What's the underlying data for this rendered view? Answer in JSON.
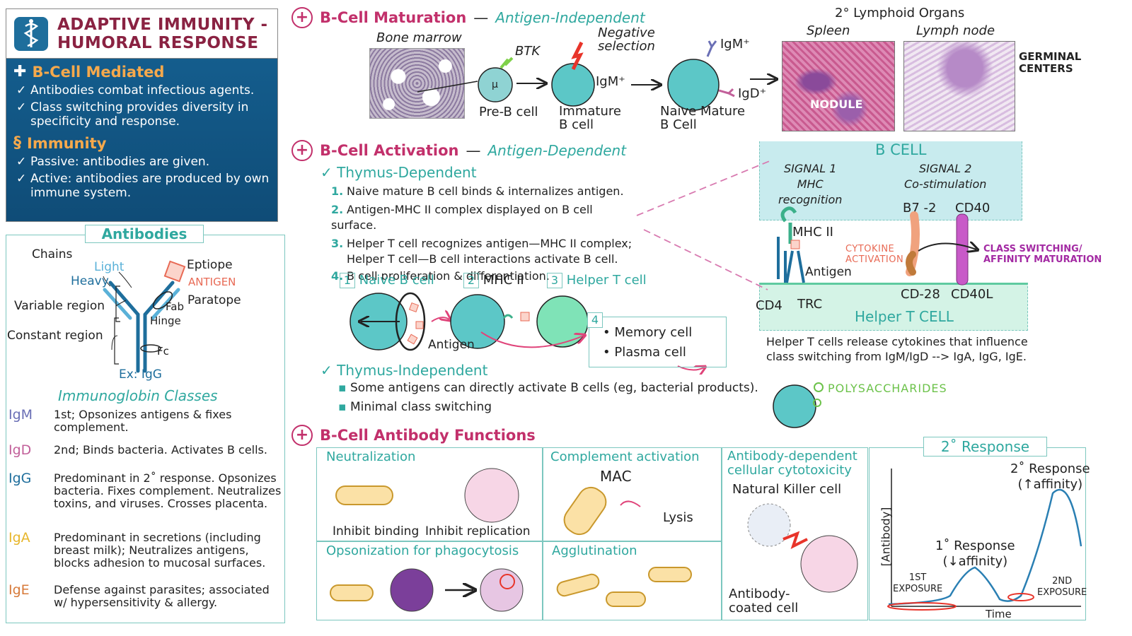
{
  "header": {
    "title_line1": "ADAPTIVE IMMUNITY -",
    "title_line2": "HUMORAL RESPONSE"
  },
  "summary": {
    "bcell_head": "B-Cell Mediated",
    "bcell_items": [
      "Antibodies combat infectious agents.",
      "Class switching provides diversity in specificity and response."
    ],
    "immunity_head": "Immunity",
    "immunity_items": [
      "Passive: antibodies are given.",
      "Active: antibodies are produced by own immune system."
    ]
  },
  "antibodies": {
    "title": "Antibodies",
    "chains": "Chains",
    "light": "Light",
    "heavy": "Heavy",
    "variable": "Variable region",
    "constant": "Constant region",
    "epitope": "Eptiope",
    "antigen": "ANTIGEN",
    "paratope": "Paratope",
    "fab": "Fab",
    "hinge": "Hinge",
    "fc": "Fc",
    "example": "Ex: IgG",
    "classes_title": "Immunoglobin Classes",
    "classes": [
      {
        "name": "IgM",
        "desc": "1st; Opsonizes antigens & fixes complement.",
        "color": "#6a6fb5"
      },
      {
        "name": "IgD",
        "desc": "2nd; Binds bacteria.  Activates B cells.",
        "color": "#c2609a"
      },
      {
        "name": "IgG",
        "desc": "Predominant in 2˚ response. Opsonizes bacteria. Fixes complement. Neutralizes toxins,  and viruses. Crosses placenta.",
        "color": "#1e6e9c"
      },
      {
        "name": "IgA",
        "desc": "Predominant in secretions (including breast milk); Neutralizes antigens, blocks adhesion to mucosal surfaces.",
        "color": "#e7b62b"
      },
      {
        "name": "IgE",
        "desc": "Defense against parasites; associated w/ hypersensitivity & allergy.",
        "color": "#d77a3a"
      }
    ]
  },
  "maturation": {
    "head": "B-Cell Maturation",
    "sub": "Antigen-Independent",
    "bone_marrow": "Bone marrow",
    "btk": "BTK",
    "mu": "μ",
    "neg_sel_1": "Negative",
    "neg_sel_2": "selection",
    "igm": "IgM⁺",
    "igm2": "IgM⁺",
    "igd": "IgD⁺",
    "pre_b": "Pre-B cell",
    "immature_1": "Immature",
    "immature_2": "B cell",
    "naive_1": "Naive Mature",
    "naive_2": "B Cell",
    "lymphoid": "2° Lymphoid Organs",
    "spleen": "Spleen",
    "lymph": "Lymph node",
    "nodule": "NODULE",
    "germinal_1": "GERMINAL",
    "germinal_2": "CENTERS"
  },
  "activation": {
    "head": "B-Cell Activation",
    "sub": "Antigen-Dependent",
    "td": "Thymus-Dependent",
    "steps": [
      "Naive mature B cell binds & internalizes antigen.",
      "Antigen-MHC II complex displayed on B cell surface.",
      "Helper T cell recognizes antigen—MHC II complex; Helper T cell—B cell interactions activate B cell.",
      "B cell proliferation & differentiation."
    ],
    "step_nums": [
      "1.",
      "2.",
      "3.",
      "4."
    ],
    "box_nums": [
      "1",
      "2",
      "3",
      "4"
    ],
    "naive_b": "Naive B cell",
    "mhc": "MHC II",
    "helper": "Helper T cell",
    "antigen": "Antigen",
    "memory": "Memory cell",
    "plasma": "Plasma cell",
    "ti": "Thymus-Independent",
    "ti_items": [
      "Some antigens can directly activate B cells (eg, bacterial products).",
      "Minimal class switching"
    ],
    "polysacch": "POLYSACCHARIDES"
  },
  "signal": {
    "bcell": "B CELL",
    "s1": "SIGNAL 1",
    "s1a": "MHC",
    "s1b": "recognition",
    "s2": "SIGNAL 2",
    "s2a": "Co-stimulation",
    "b72": "B7 -2",
    "cd40": "CD40",
    "mhc": "MHC II",
    "cyto_1": "CYTOKINE",
    "cyto_2": "ACTIVATION",
    "cls_1": "CLASS SWITCHING/",
    "cls_2": "AFFINITY MATURATION",
    "antigen": "Antigen",
    "cd4": "CD4",
    "trc": "TRC",
    "cd28": "CD-28",
    "cd40l": "CD40L",
    "helper": "Helper T CELL",
    "note_1": "Helper T cells release cytokines that influence",
    "note_2": "class switching from IgM/IgD --> IgA, IgG, IgE."
  },
  "functions": {
    "head": "B-Cell Antibody Functions",
    "neutral": "Neutralization",
    "inhibit_bind": "Inhibit binding",
    "inhibit_rep": "Inhibit replication",
    "complement": "Complement activation",
    "mac": "MAC",
    "lysis": "Lysis",
    "adcc_1": "Antibody-dependent",
    "adcc_2": "cellular cytotoxicity",
    "nk": "Natural Killer cell",
    "coated_1": "Antibody-",
    "coated_2": "coated cell",
    "opson": "Opsonization for phagocytosis",
    "agglut": "Agglutination"
  },
  "response": {
    "title": "2˚ Response",
    "r2a": "2˚ Response",
    "r2b": "(↑affinity)",
    "r1a": "1˚ Response",
    "r1b": "(↓affinity)",
    "ex1a": "1ST",
    "ex1b": "EXPOSURE",
    "ex2a": "2ND",
    "ex2b": "EXPOSURE",
    "ylabel": "[Antibody]",
    "xlabel": "Time"
  },
  "colors": {
    "teal": "#2fa89f",
    "pink": "#c2306b",
    "blue": "#145d8d",
    "orange": "#f6a94c"
  }
}
